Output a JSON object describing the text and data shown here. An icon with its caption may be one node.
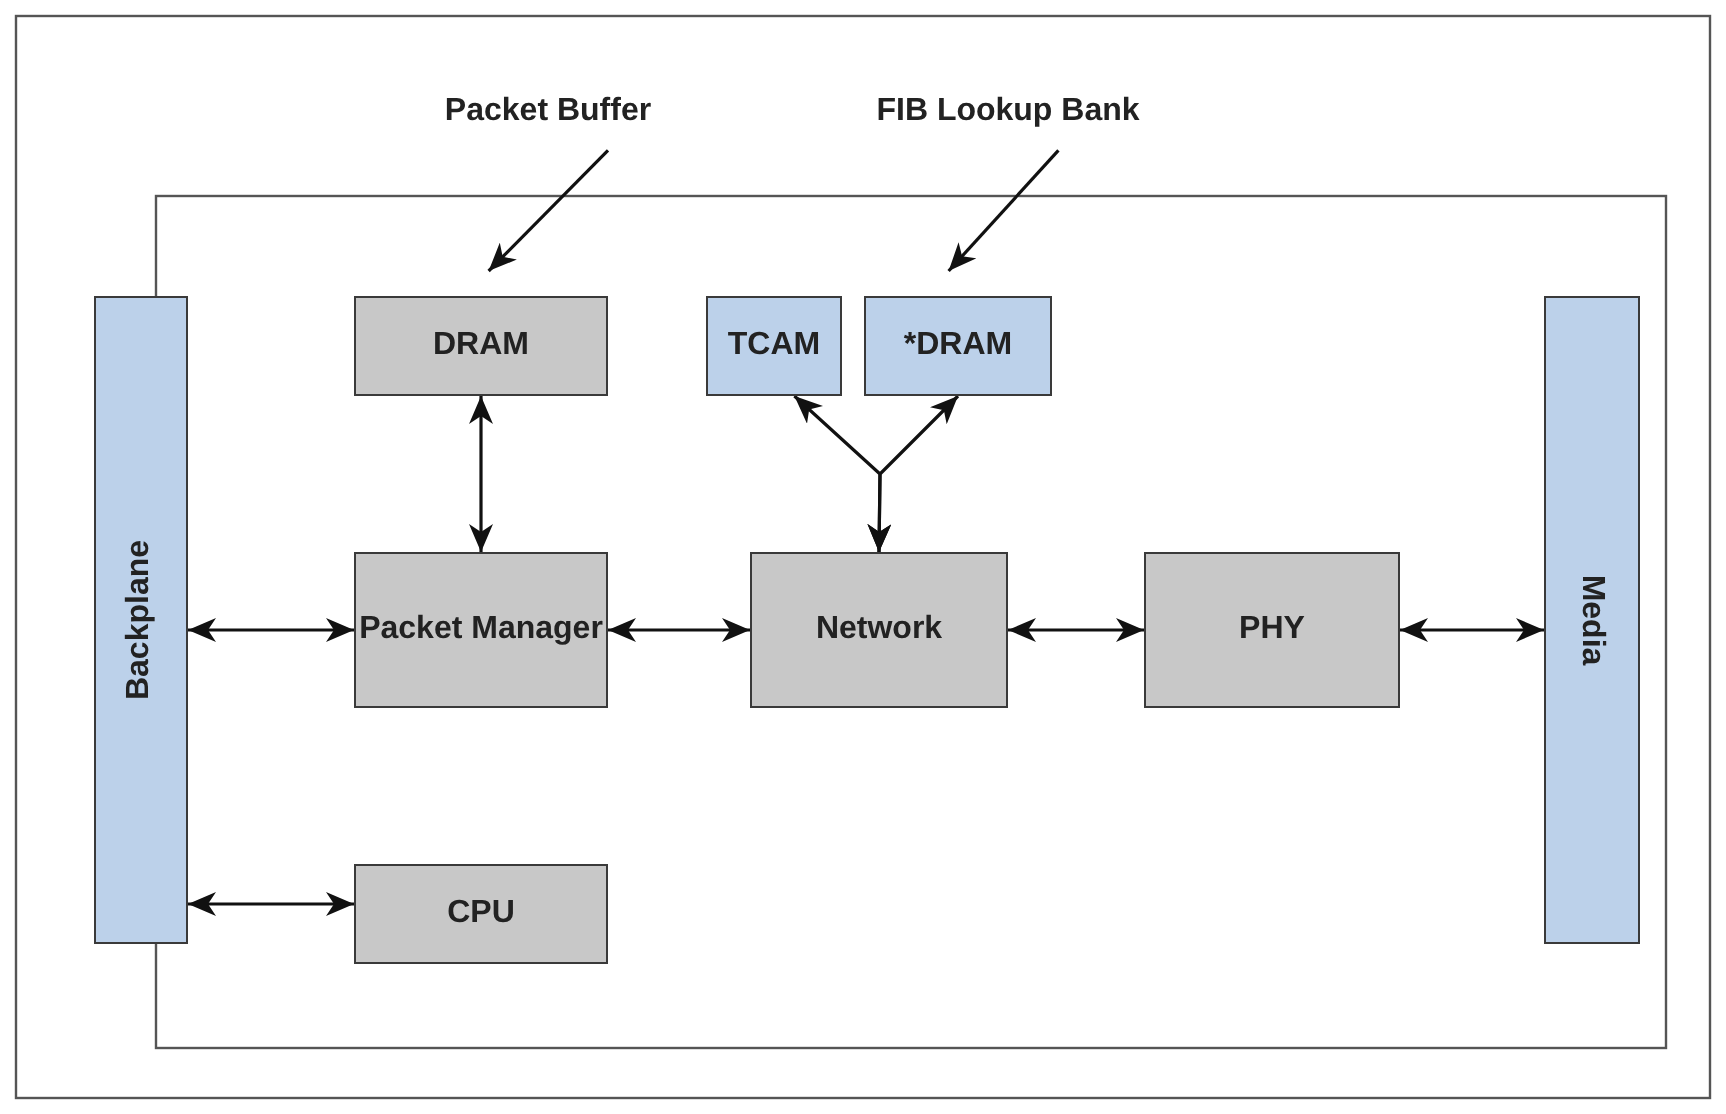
{
  "diagram": {
    "nodes": [
      {
        "text": [
          "Backplane"
        ]
      },
      {
        "text": [
          "Media"
        ]
      },
      {
        "text": [
          "DRAM"
        ]
      },
      {
        "text": [
          "TCAM"
        ]
      },
      {
        "text": [
          "*DRAM"
        ]
      },
      {
        "text": [
          "Packet Manager"
        ]
      },
      {
        "text": [
          "Network"
        ]
      },
      {
        "text": [
          "PHY"
        ]
      },
      {
        "text": [
          "CPU"
        ]
      },
      {
        "text": [
          "Packet Buffer"
        ]
      },
      {
        "text": [
          "FIB Lookup Bank"
        ]
      }
    ],
    "edges": [
      {
        "from": 9,
        "to": 2,
        "arrow": "to"
      },
      {
        "from": 10,
        "to": 4,
        "arrow": "to"
      },
      {
        "from": 2,
        "to": 5,
        "arrow": "both"
      },
      {
        "from": 6,
        "to": 3,
        "arrow": "both"
      },
      {
        "from": 6,
        "to": 4,
        "arrow": "both"
      },
      {
        "from": 0,
        "to": 5,
        "arrow": "both"
      },
      {
        "from": 5,
        "to": 6,
        "arrow": "both"
      },
      {
        "from": 6,
        "to": 7,
        "arrow": "both"
      },
      {
        "from": 7,
        "to": 1,
        "arrow": "both"
      },
      {
        "from": 0,
        "to": 8,
        "arrow": "both"
      }
    ]
  }
}
